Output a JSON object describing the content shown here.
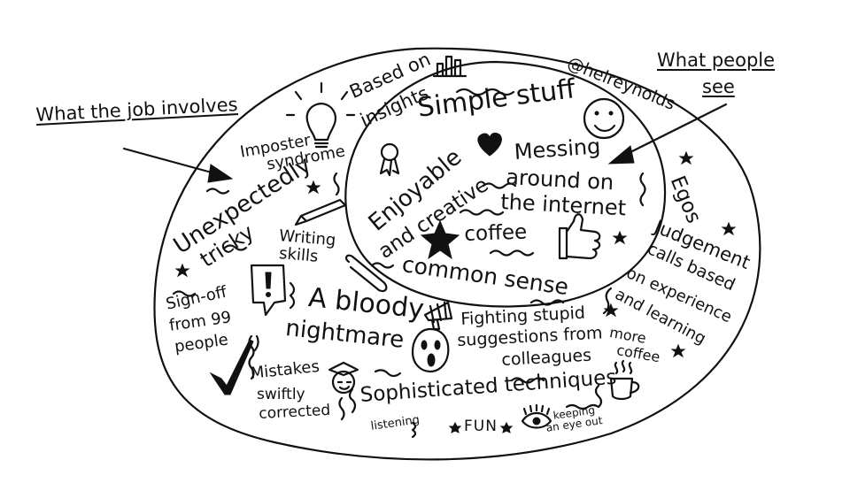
{
  "handle": "@helreynolds",
  "labels": {
    "what_people": "What people",
    "see": "see",
    "what_the_job_involves": "What the job involves"
  },
  "inner": {
    "simple_stuff": "Simple stuff",
    "messing_1": "Messing",
    "messing_2": "around on",
    "messing_3": "the internet",
    "enjoyable_1": "Enjoyable",
    "enjoyable_2": "and creative",
    "coffee": "coffee",
    "common_sense": "common sense"
  },
  "outer": {
    "based_1": "Based on",
    "based_2": "insights",
    "imposter_1": "Imposter",
    "imposter_2": "syndrome",
    "unexpectedly": "Unexpectedly",
    "tricky": "tricky",
    "writing_1": "Writing",
    "writing_2": "skills",
    "signoff_1": "Sign-off",
    "signoff_2": "from 99",
    "signoff_3": "people",
    "bloody_1": "A bloody",
    "bloody_2": "nightmare",
    "fighting_1": "Fighting stupid",
    "fighting_2": "suggestions from",
    "fighting_3": "colleagues",
    "mistakes_1": "Mistakes",
    "mistakes_2": "swiftly",
    "mistakes_3": "corrected",
    "sophisticated": "Sophisticated techniques",
    "listening": "listening",
    "fun": "FUN",
    "keeping_1": "keeping",
    "keeping_2": "an eye out",
    "egos": "Egos",
    "judgement_1": "Judgement",
    "judgement_2": "calls based",
    "judgement_3": "on experience",
    "judgement_4": "and learning",
    "more_1": "more",
    "more_2": "coffee"
  },
  "icons": [
    "lightbulb-icon",
    "bar-chart-icon",
    "smiley-face-icon",
    "heart-icon",
    "award-rosette-icon",
    "star-icon",
    "thumbs-up-icon",
    "pencil-icon",
    "exclamation-speech-bubble-icon",
    "safety-pin-icon",
    "megaphone-icon",
    "scream-face-icon",
    "checkmark-icon",
    "graduation-cap-face-icon",
    "coffee-cup-icon",
    "eye-icon",
    "arrow-icon"
  ],
  "colors": {
    "ink": "#111111",
    "background": "#ffffff"
  }
}
